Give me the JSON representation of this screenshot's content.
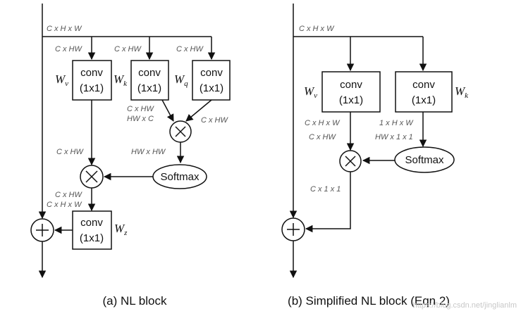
{
  "nl_block": {
    "input_dim": "C x H x W",
    "branch_v_dim": "C x HW",
    "branch_k_dim": "C x HW",
    "branch_q_dim": "C x HW",
    "conv_v": {
      "line1": "conv",
      "line2": "(1x1)",
      "weight": "W",
      "sub": "v"
    },
    "conv_k": {
      "line1": "conv",
      "line2": "(1x1)",
      "weight": "W",
      "sub": "k"
    },
    "conv_q": {
      "line1": "conv",
      "line2": "(1x1)",
      "weight": "W",
      "sub": "q"
    },
    "k_out_dim_1": "C x HW",
    "k_out_dim_2": "HW x C",
    "q_out_dim": "C x HW",
    "v_out_dim": "C x HW",
    "mul_out_dim": "HW x HW",
    "softmax_label": "Softmax",
    "mul2_out_dim_1": "C x HW",
    "mul2_out_dim_2": "C x H x W",
    "conv_z": {
      "line1": "conv",
      "line2": "(1x1)",
      "weight": "W",
      "sub": "z"
    },
    "caption": "(a) NL block"
  },
  "snl_block": {
    "input_dim": "C x H x W",
    "conv_v": {
      "line1": "conv",
      "line2": "(1x1)",
      "weight": "W",
      "sub": "v"
    },
    "conv_k": {
      "line1": "conv",
      "line2": "(1x1)",
      "weight": "W",
      "sub": "k"
    },
    "v_out_dim_1": "C x H x W",
    "v_out_dim_2": "C x HW",
    "k_out_dim_1": "1 x H x W",
    "k_out_dim_2": "HW x 1 x 1",
    "softmax_label": "Softmax",
    "mul_out_dim": "C x 1 x 1",
    "caption": "(b) Simplified NL block (Eqn 2)"
  },
  "operators": {
    "multiply": "×",
    "add": "+"
  },
  "watermark": "https://blog.csdn.net/jinglianlm"
}
